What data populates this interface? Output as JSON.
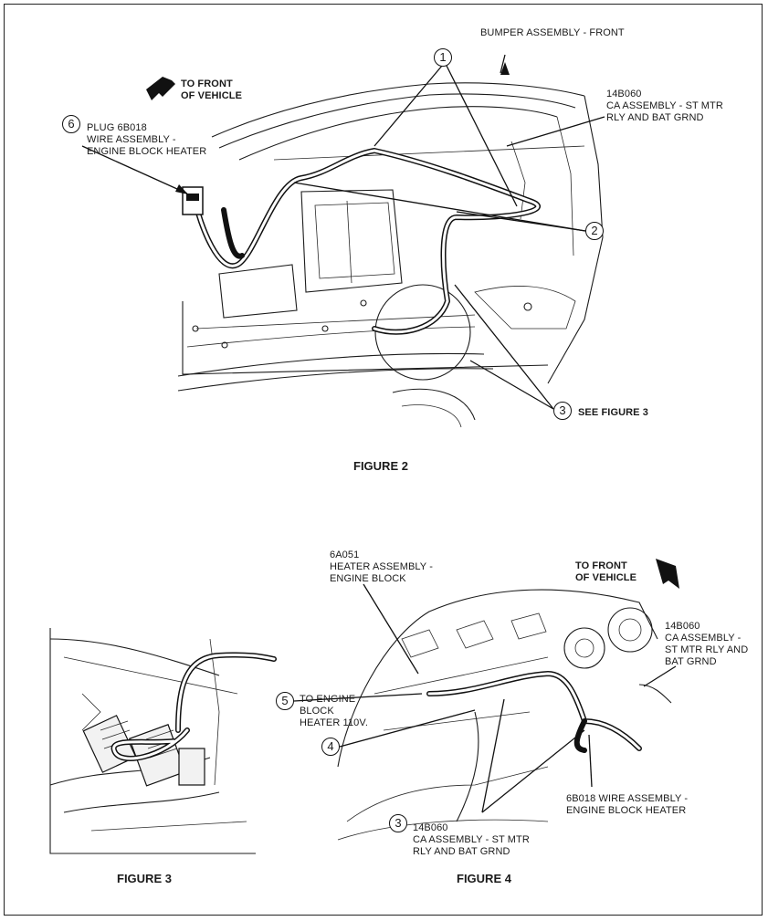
{
  "figure2": {
    "caption": "FIGURE 2",
    "front_label": "TO FRONT\nOF VEHICLE",
    "bumper_label": "BUMPER ASSEMBLY - FRONT",
    "ca_label": "14B060\nCA ASSEMBLY - ST MTR\nRLY AND BAT GRND",
    "plug_label": "PLUG 6B018\nWIRE ASSEMBLY -\nENGINE BLOCK HEATER",
    "see_fig3_label": "SEE FIGURE 3",
    "callouts": {
      "c1": "1",
      "c2": "2",
      "c3": "3",
      "c6": "6"
    }
  },
  "figure3": {
    "caption": "FIGURE 3"
  },
  "figure4": {
    "caption": "FIGURE 4",
    "heater_label": "6A051\nHEATER ASSEMBLY -\nENGINE BLOCK",
    "front_label": "TO FRONT\nOF VEHICLE",
    "ca_right_label": "14B060\nCA ASSEMBLY -\nST MTR RLY AND\nBAT GRND",
    "engine_label": "TO ENGINE\nBLOCK\nHEATER 110V.",
    "wire_label": "6B018 WIRE ASSEMBLY -\nENGINE BLOCK HEATER",
    "ca_bottom_label": "14B060\nCA ASSEMBLY - ST MTR\nRLY AND BAT GRND",
    "callouts": {
      "c3": "3",
      "c4": "4",
      "c5": "5"
    }
  },
  "icons": [
    "arrow-front-icon"
  ]
}
